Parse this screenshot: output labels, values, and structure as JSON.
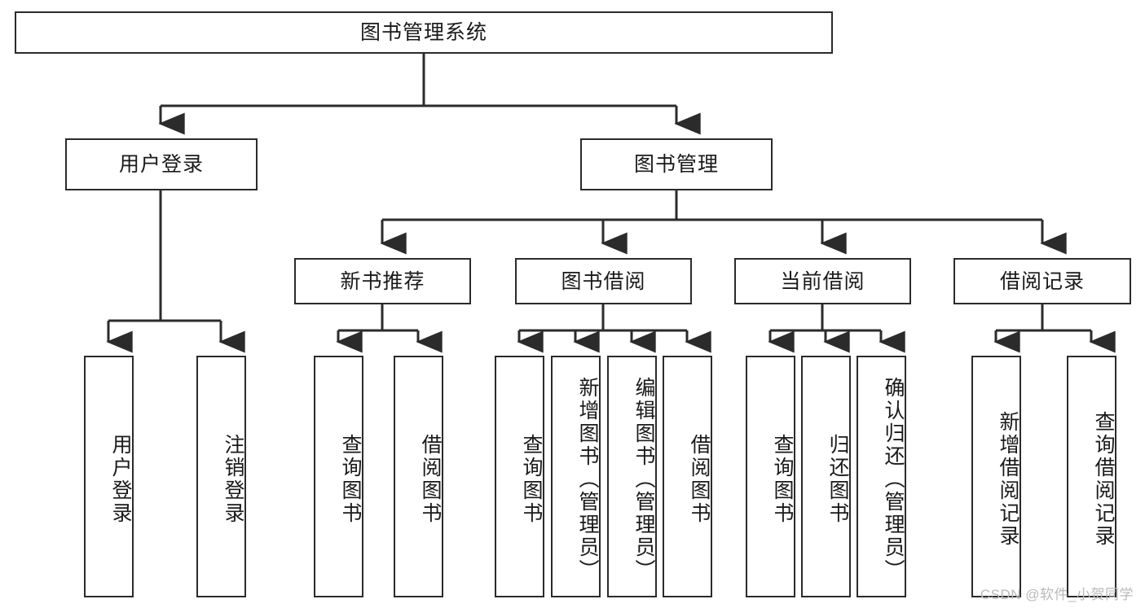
{
  "diagram": {
    "type": "tree",
    "title": "图书管理系统",
    "watermark": "CSDN @软件_小贺同学",
    "colors": {
      "box_border": "#2b2b2b",
      "box_fill": "#ffffff",
      "line": "#2b2b2b",
      "text": "#1a1a1a",
      "watermark": "#b9b9b9",
      "background": "#ffffff"
    },
    "nodes": {
      "root": {
        "label": "图书管理系统",
        "level": 1
      },
      "l2": [
        {
          "id": "user-login",
          "label": "用户登录",
          "level": 2
        },
        {
          "id": "book-manage",
          "label": "图书管理",
          "level": 2
        }
      ],
      "l3": [
        {
          "id": "new-book-recommend",
          "label": "新书推荐",
          "level": 3,
          "parent": "book-manage"
        },
        {
          "id": "book-borrow",
          "label": "图书借阅",
          "level": 3,
          "parent": "book-manage"
        },
        {
          "id": "current-borrow",
          "label": "当前借阅",
          "level": 3,
          "parent": "book-manage"
        },
        {
          "id": "borrow-record",
          "label": "借阅记录",
          "level": 3,
          "parent": "book-manage"
        }
      ],
      "leaves": [
        {
          "id": "leaf-user-login",
          "label": "用户登录",
          "parent": "user-login"
        },
        {
          "id": "leaf-logout-login",
          "label": "注销登录",
          "parent": "user-login"
        },
        {
          "id": "leaf-query-book-1",
          "label": "查询图书",
          "parent": "new-book-recommend"
        },
        {
          "id": "leaf-borrow-book-1",
          "label": "借阅图书",
          "parent": "new-book-recommend"
        },
        {
          "id": "leaf-query-book-2",
          "label": "查询图书",
          "parent": "book-borrow"
        },
        {
          "id": "leaf-add-book-admin",
          "label": "新增图书（管理员）",
          "parent": "book-borrow"
        },
        {
          "id": "leaf-edit-book-admin",
          "label": "编辑图书（管理员）",
          "parent": "book-borrow"
        },
        {
          "id": "leaf-borrow-book-2",
          "label": "借阅图书",
          "parent": "book-borrow"
        },
        {
          "id": "leaf-query-book-3",
          "label": "查询图书",
          "parent": "current-borrow"
        },
        {
          "id": "leaf-return-book",
          "label": "归还图书",
          "parent": "current-borrow"
        },
        {
          "id": "leaf-confirm-return-admin",
          "label": "确认归还（管理员）",
          "parent": "current-borrow"
        },
        {
          "id": "leaf-add-borrow-record",
          "label": "新增借阅记录",
          "parent": "borrow-record"
        },
        {
          "id": "leaf-query-borrow-record",
          "label": "查询借阅记录",
          "parent": "borrow-record"
        }
      ]
    }
  }
}
